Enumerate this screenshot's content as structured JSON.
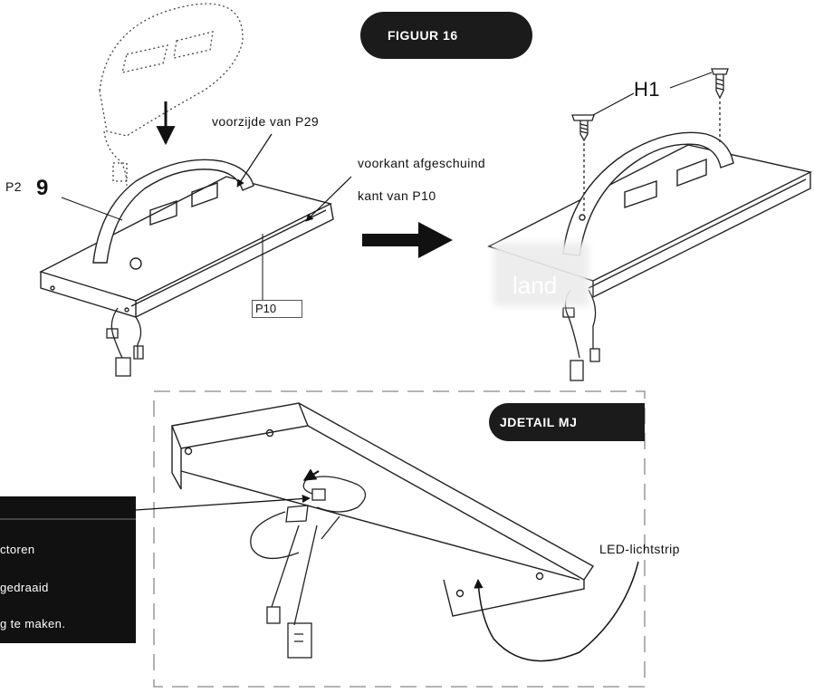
{
  "figure_title": "FIGUUR 16",
  "detail_title": "JDETAIL  MJ",
  "labels": {
    "front_p29": "voorzijde  van  P29",
    "front_bevel": "voorkant  afgeschuind",
    "bevel_edge": "kant  van  P10",
    "p29_small": "P2",
    "p29_large": "9",
    "p10": "P10",
    "h1": "H1",
    "led": "LED-lichtstrip",
    "smudge": "land"
  },
  "note": {
    "line1": "ctoren",
    "line2": "gedraaid",
    "line3": "g  te  maken."
  },
  "colors": {
    "ink": "#222222",
    "pill": "#1b1b1b",
    "dashed": "#888888"
  }
}
